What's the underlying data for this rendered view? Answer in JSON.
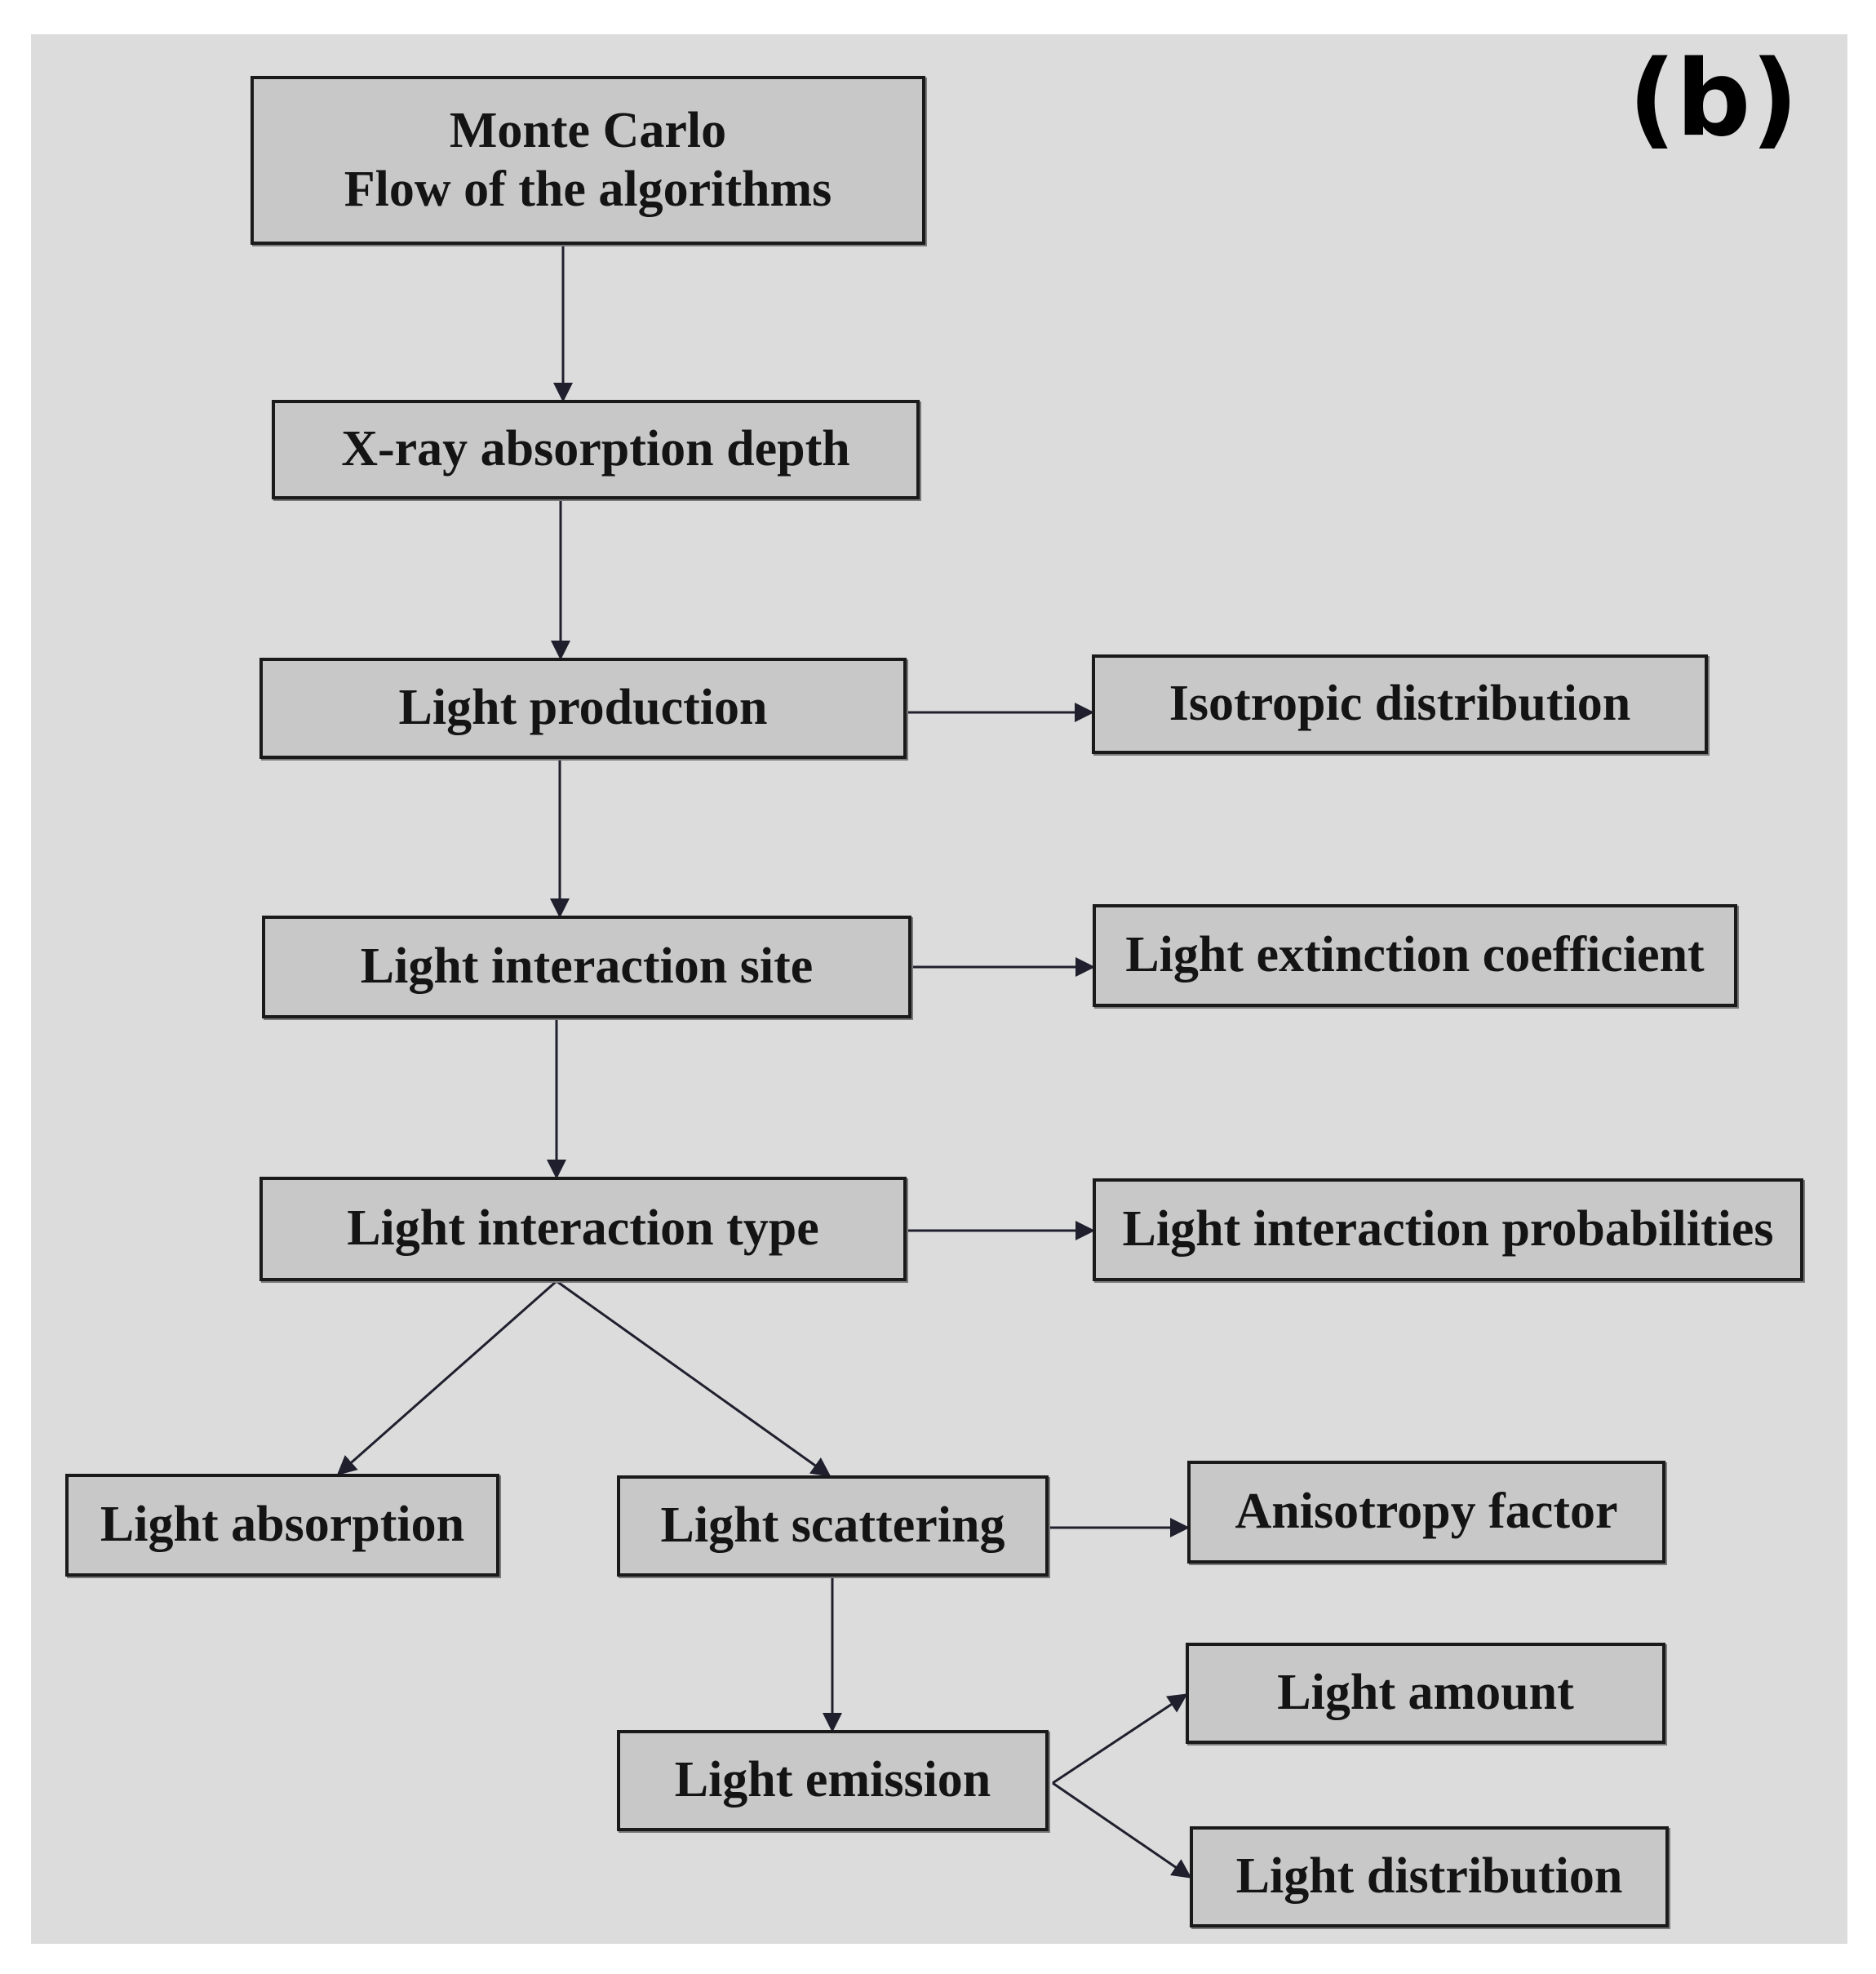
{
  "panel_label": "(b)",
  "boxes": {
    "title": {
      "line1": "Monte Carlo",
      "line2": "Flow of the algorithms"
    },
    "xray_depth": "X-ray absorption depth",
    "light_production": "Light production",
    "isotropic_distribution": "Isotropic distribution",
    "light_interaction_site": "Light interaction site",
    "light_extinction_coefficient": "Light extinction coefficient",
    "light_interaction_type": "Light interaction type",
    "light_interaction_probabilities": "Light interaction probabilities",
    "light_absorption": "Light absorption",
    "light_scattering": "Light scattering",
    "anisotropy_factor": "Anisotropy factor",
    "light_emission": "Light emission",
    "light_amount": "Light amount",
    "light_distribution": "Light distribution"
  },
  "colors": {
    "panel_background": "#dcdcdc",
    "box_fill": "#c8c8c8",
    "box_border": "#1a1a1a",
    "connector": "#1f1f2e"
  }
}
